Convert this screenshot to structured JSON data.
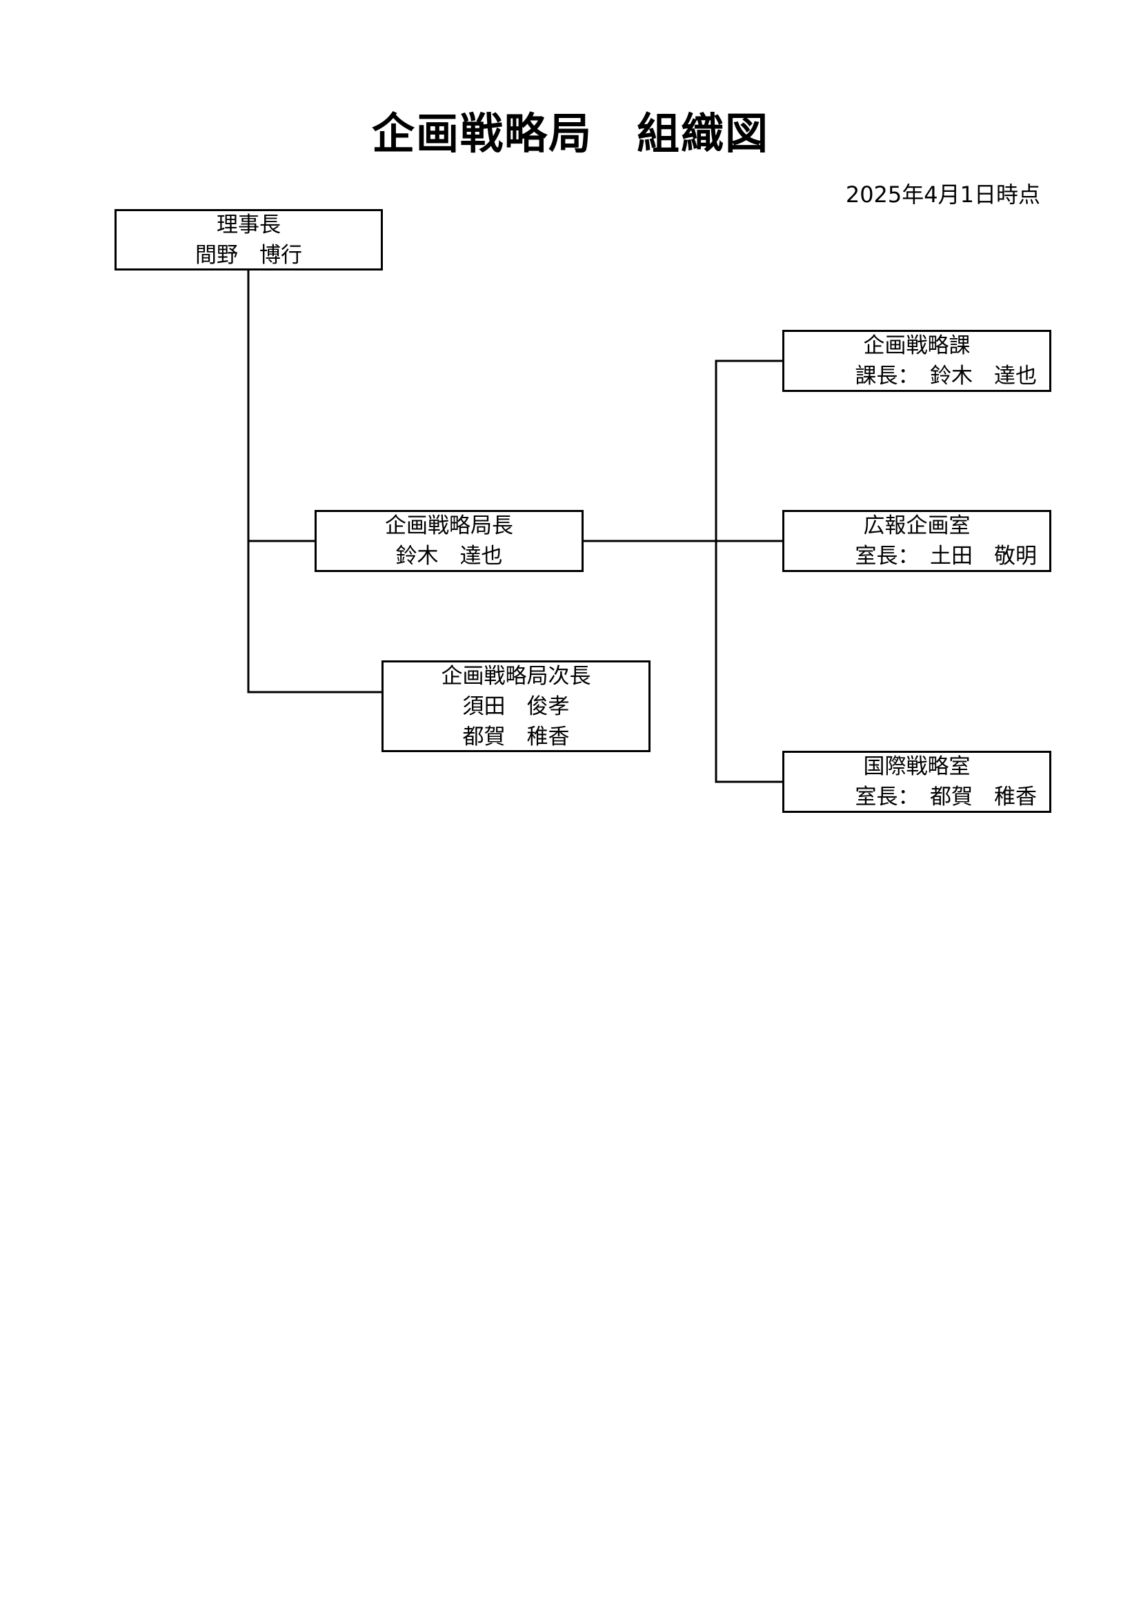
{
  "document": {
    "title": "企画戦略局　組織図",
    "as_of": "2025年4月1日時点"
  },
  "nodes": {
    "chair": {
      "role": "理事長",
      "name": "間野　博行"
    },
    "director_general": {
      "role": "企画戦略局長",
      "name": "鈴木　達也"
    },
    "deputy_director_general": {
      "role": "企画戦略局次長",
      "names": [
        "須田　俊孝",
        "都賀　稚香"
      ]
    },
    "divisions": [
      {
        "name": "企画戦略課",
        "head": "課長：　鈴木　達也"
      },
      {
        "name": "広報企画室",
        "head": "室長：　土田　敬明"
      },
      {
        "name": "国際戦略室",
        "head": "室長：　都賀　稚香"
      }
    ]
  }
}
